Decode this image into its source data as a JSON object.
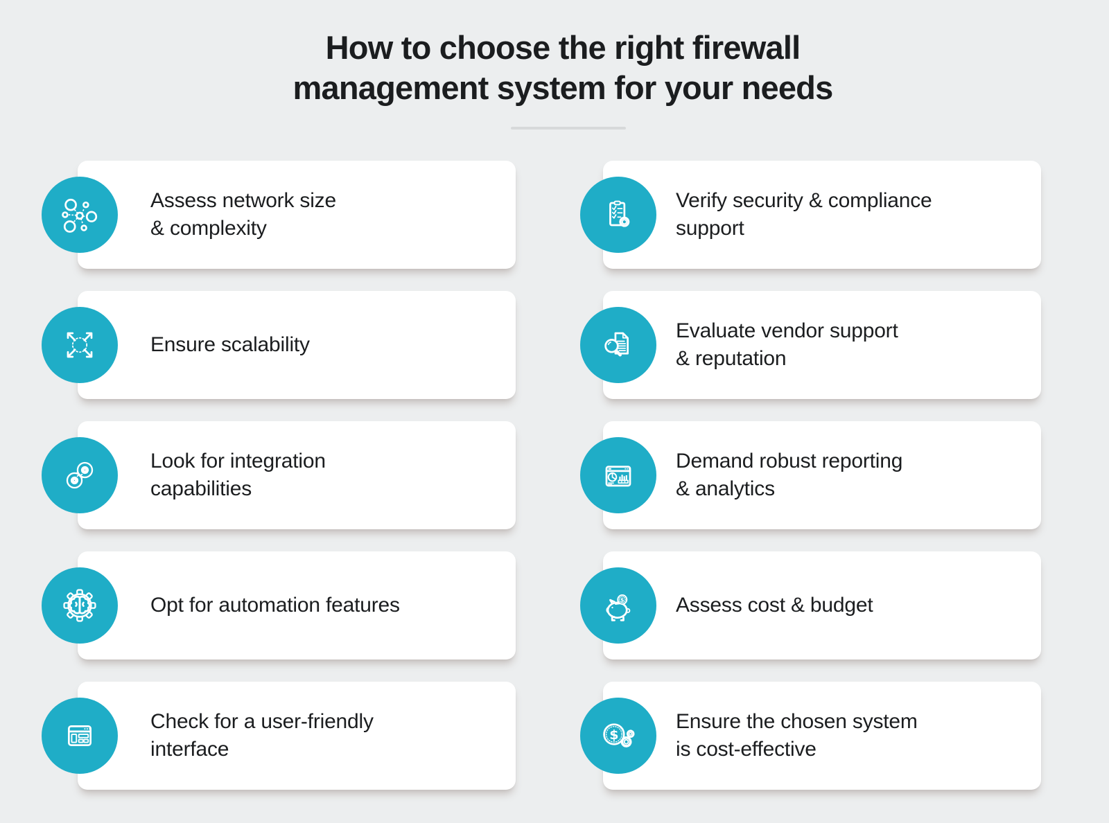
{
  "page": {
    "background": "#eceeef",
    "card_background": "#ffffff",
    "accent": "#1fadc7",
    "text_color": "#1b1d1f",
    "divider_color": "#d7d9da"
  },
  "header": {
    "title_line1": "How to choose the right firewall",
    "title_line2": "management system for your needs"
  },
  "cards": [
    {
      "icon": "network-icon",
      "lines": [
        "Assess network size",
        "& complexity"
      ]
    },
    {
      "icon": "expand-arrows-icon",
      "lines": [
        "Ensure scalability"
      ]
    },
    {
      "icon": "integration-icon",
      "lines": [
        "Look for integration",
        "capabilities"
      ]
    },
    {
      "icon": "automation-gear-brain-icon",
      "lines": [
        "Opt for automation features"
      ]
    },
    {
      "icon": "browser-window-icon",
      "lines": [
        "Check for a user-friendly",
        "interface"
      ]
    },
    {
      "icon": "checklist-badge-icon",
      "lines": [
        "Verify security & compliance",
        "support"
      ]
    },
    {
      "icon": "document-magnifier-icon",
      "lines": [
        "Evaluate vendor support",
        "& reputation"
      ]
    },
    {
      "icon": "dashboard-analytics-icon",
      "lines": [
        "Demand robust reporting",
        "& analytics"
      ]
    },
    {
      "icon": "piggy-bank-icon",
      "lines": [
        "Assess cost & budget"
      ]
    },
    {
      "icon": "dollar-gears-icon",
      "lines": [
        "Ensure the chosen system",
        "is cost-effective"
      ]
    }
  ]
}
